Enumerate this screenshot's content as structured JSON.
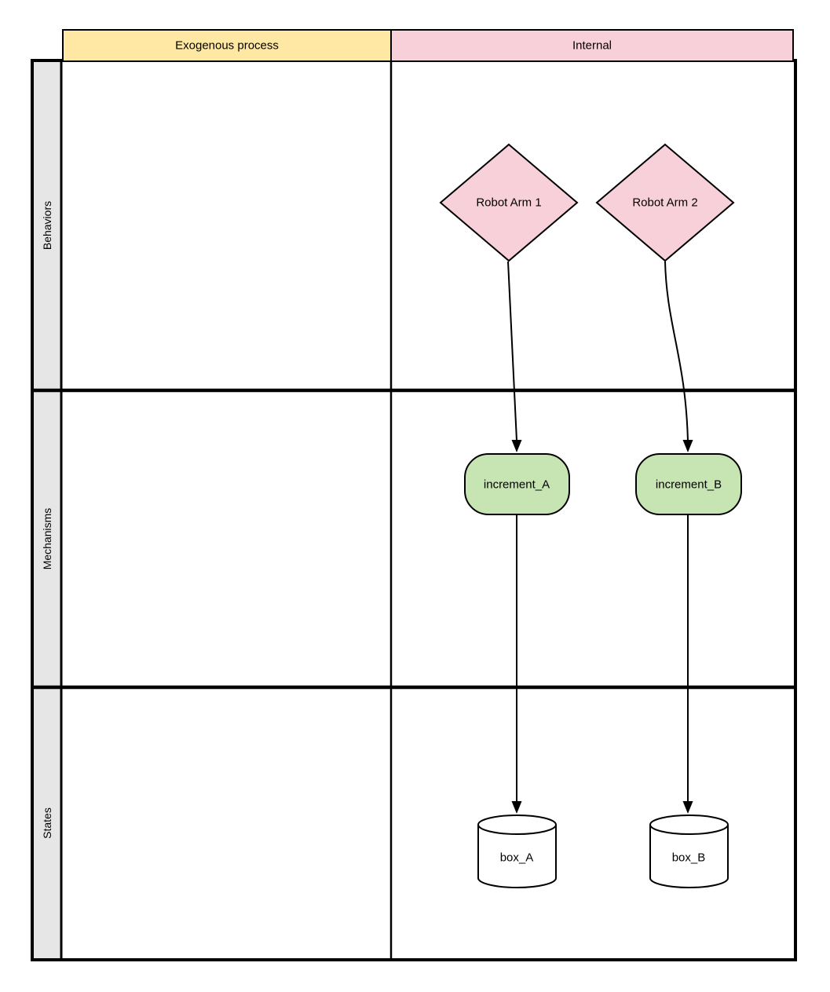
{
  "canvas": {
    "background": "#ffffff",
    "line_color": "#000000"
  },
  "header": {
    "columns": [
      {
        "label": "Exogenous process",
        "fill": "#ffe8a3"
      },
      {
        "label": "Internal",
        "fill": "#f8d0da"
      }
    ]
  },
  "lanes": {
    "fill": "#e6e6e6",
    "rows": [
      {
        "label": "Behaviors"
      },
      {
        "label": "Mechanisms"
      },
      {
        "label": "States"
      }
    ]
  },
  "nodes": {
    "robot_arm_1": {
      "label": "Robot Arm 1",
      "shape": "diamond",
      "fill": "#f8d0da"
    },
    "robot_arm_2": {
      "label": "Robot Arm 2",
      "shape": "diamond",
      "fill": "#f8d0da"
    },
    "increment_a": {
      "label": "increment_A",
      "shape": "rounded-rectangle",
      "fill": "#c7e5b3"
    },
    "increment_b": {
      "label": "increment_B",
      "shape": "rounded-rectangle",
      "fill": "#c7e5b3"
    },
    "box_a": {
      "label": "box_A",
      "shape": "cylinder",
      "fill": "#ffffff"
    },
    "box_b": {
      "label": "box_B",
      "shape": "cylinder",
      "fill": "#ffffff"
    }
  },
  "edges": [
    {
      "from": "Robot Arm 1",
      "to": "increment_A",
      "style": "curved-arrow"
    },
    {
      "from": "Robot Arm 2",
      "to": "increment_B",
      "style": "curved-arrow"
    },
    {
      "from": "increment_A",
      "to": "box_A",
      "style": "straight-arrow"
    },
    {
      "from": "increment_B",
      "to": "box_B",
      "style": "straight-arrow"
    }
  ]
}
